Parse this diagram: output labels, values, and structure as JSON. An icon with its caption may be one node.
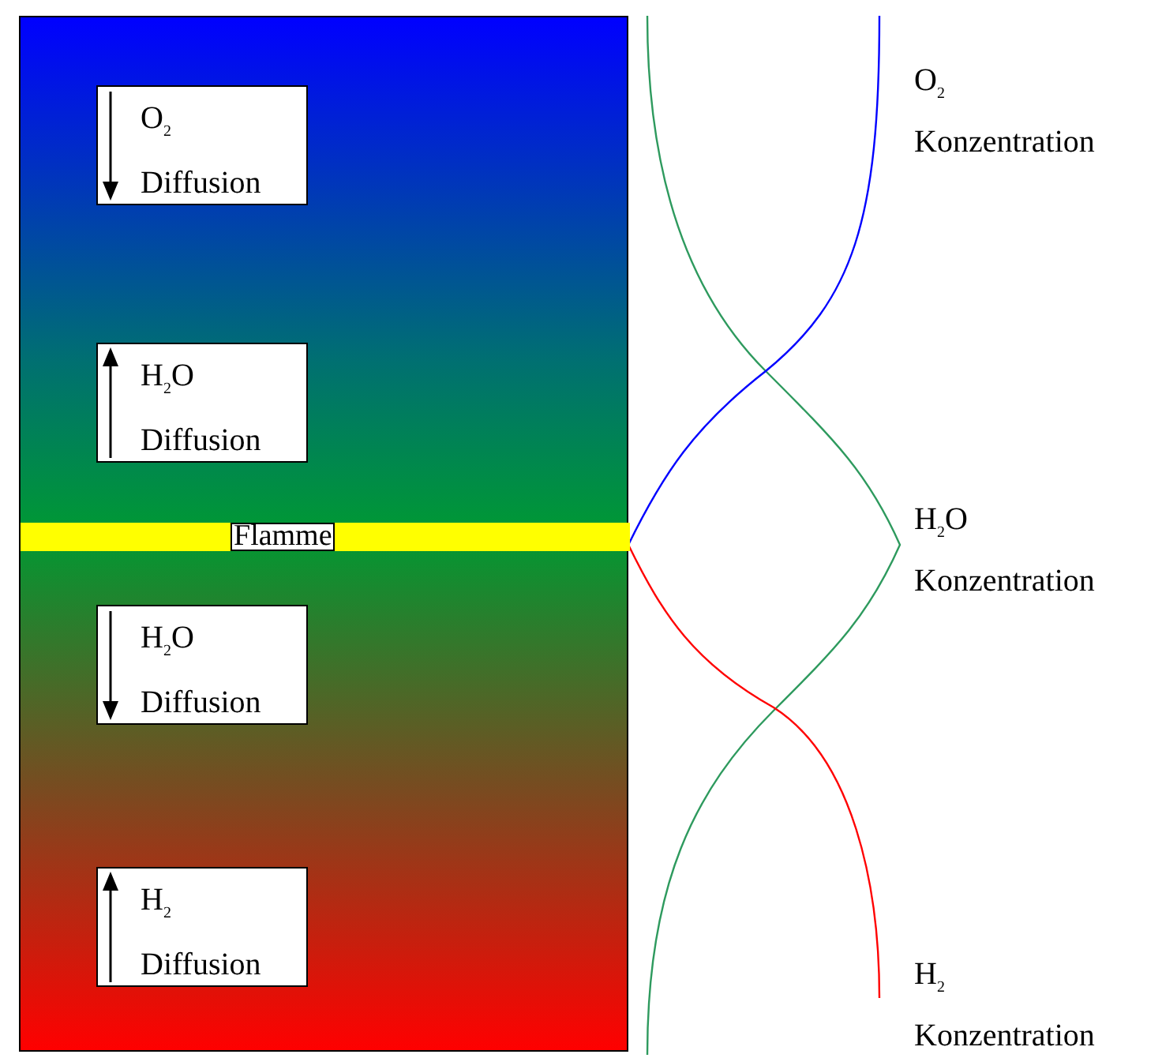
{
  "diagram": {
    "nodes": [
      {
        "text": [],
        "shape": "box"
      },
      {
        "text": [
          "O$_{2}$ Diffusion"
        ],
        "in": 0
      },
      {
        "text": [
          "H$_{2}$O Diffusion"
        ],
        "in": 0
      },
      {
        "text": [
          "Flamme"
        ],
        "in": 0
      },
      {
        "text": [
          "H$_{2}$O Diffusion"
        ],
        "in": 0
      },
      {
        "text": [
          "H$_{2}$ Diffusion"
        ],
        "in": 0
      }
    ],
    "edges": [],
    "labels": [
      "O$_{2}$ Konzentration",
      "H$_{2}$O Konzentration",
      "H$_{2}$ Konzentration"
    ]
  }
}
